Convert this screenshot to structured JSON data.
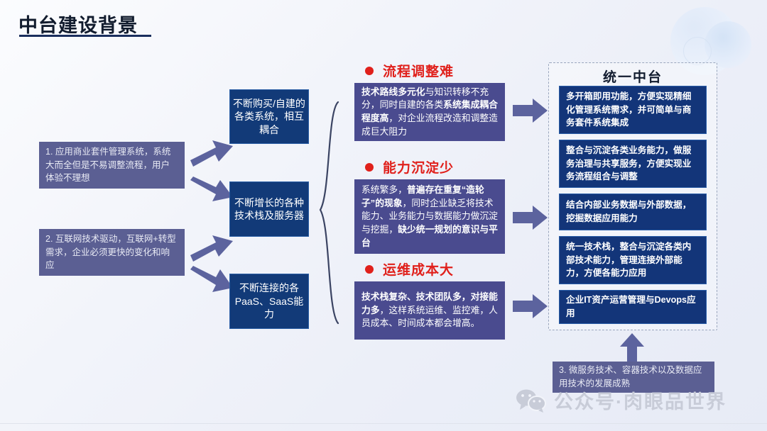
{
  "slide": {
    "title": "中台建设背景"
  },
  "drivers": [
    {
      "text": "1. 应用商业套件管理系统，系统大而全但是不易调整流程，用户体验不理想"
    },
    {
      "text": "2. 互联网技术驱动，互联网+转型需求，企业必须更快的变化和响应"
    }
  ],
  "symptoms": [
    {
      "text": "不断购买/自建的各类系统，相互耦合"
    },
    {
      "text": "不断增长的各种技术栈及服务器"
    },
    {
      "text": "不断连接的各PaaS、SaaS能力"
    }
  ],
  "problems": [
    {
      "heading": "流程调整难",
      "body_runs": [
        {
          "text": "技术路线多元化",
          "bold": true
        },
        {
          "text": "与知识转移不充分，同时自建的各类",
          "bold": false
        },
        {
          "text": "系统集成耦合程度高",
          "bold": true
        },
        {
          "text": "，对企业流程改造和调整造成巨大阻力",
          "bold": false
        }
      ]
    },
    {
      "heading": "能力沉淀少",
      "body_runs": [
        {
          "text": "系统繁多，",
          "bold": false
        },
        {
          "text": "普遍存在重复“造轮子”的现象",
          "bold": true
        },
        {
          "text": "，同时企业缺乏将技术能力、业务能力与数据能力做沉淀与挖掘，",
          "bold": false
        },
        {
          "text": "缺少统一规划的意识与平台",
          "bold": true
        }
      ]
    },
    {
      "heading": "运维成本大",
      "body_runs": [
        {
          "text": "技术栈复杂、技术团队多，对接能力多",
          "bold": true
        },
        {
          "text": "，这样系统运维、监控难，人员成本、时间成本都会增高。",
          "bold": false
        }
      ]
    }
  ],
  "unified": {
    "title": "统一中台",
    "capabilities": [
      {
        "text": "多开箱即用功能，方便实现精细化管理系统需求，并可简单与商务套件系统集成"
      },
      {
        "text": "整合与沉淀各类业务能力，做服务治理与共享服务，方便实现业务流程组合与调整"
      },
      {
        "text": "结合内部业务数据与外部数据，挖掘数据应用能力"
      },
      {
        "text": "统一技术栈，整合与沉淀各类内部技术能力，管理连接外部能力，方便各能力应用"
      },
      {
        "text": "企业IT资产运营管理与Devops应用"
      }
    ]
  },
  "enabler": {
    "text": "3. 微服务技术、容器技术以及数据应用技术的发展成熟"
  },
  "watermark": {
    "text": "公众号·肉眼品世界"
  },
  "colors": {
    "title_text": "#121c2e",
    "purple_box": "#5b5f93",
    "navy_box": "#123a78",
    "indigo_box": "#4a4b8f",
    "red_heading": "#e0201b",
    "arrow": "#5c639e"
  }
}
